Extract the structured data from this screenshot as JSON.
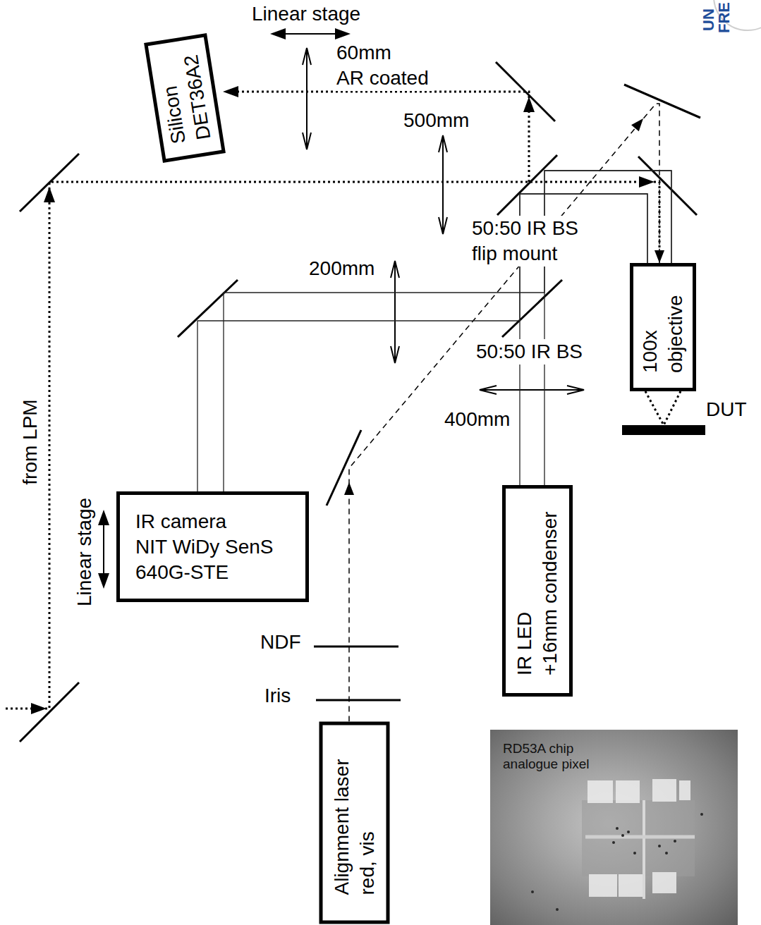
{
  "diagram": {
    "nodes": [
      {
        "text": [
          "Silicon DET36A2"
        ]
      },
      {
        "text": [
          "IR camera NIT WiDy SenS 640G-STE"
        ]
      },
      {
        "text": [
          "100x objective"
        ]
      },
      {
        "text": [
          "IR LED +16mm condenser"
        ]
      },
      {
        "text": [
          "Alignment laser red, vis"
        ]
      },
      {
        "text": [
          "DUT"
        ]
      },
      {
        "text": [
          "RD53A chip analogue pixel"
        ]
      }
    ],
    "edges": [
      {
        "from": 4,
        "to": 2,
        "arrow": "to"
      },
      {
        "from": 3,
        "to": 2,
        "arrow": "none"
      },
      {
        "from": 2,
        "to": 1,
        "arrow": "none"
      },
      {
        "from": 2,
        "to": 5,
        "arrow": "none"
      }
    ],
    "labels": [
      "Linear stage",
      "60mm AR coated",
      "500mm",
      "50:50 IR BS flip mount",
      "200mm",
      "50:50 IR BS",
      "400mm",
      "from LPM",
      "Linear stage",
      "NDF",
      "Iris",
      "UN",
      "FRE"
    ]
  }
}
